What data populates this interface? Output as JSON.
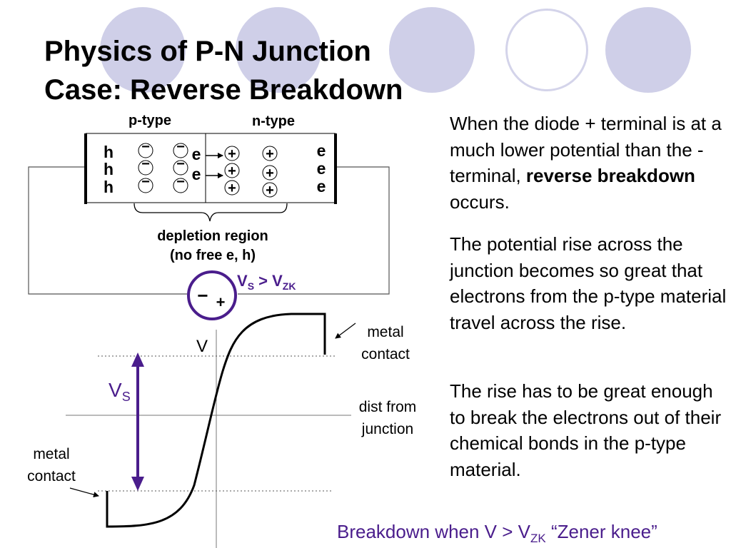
{
  "slide": {
    "title_line1": "Physics of P-N Junction",
    "title_line2": "Case:  Reverse Breakdown",
    "paragraph1": {
      "pre": "When the diode + terminal is at a much lower potential than the - terminal, ",
      "bold": "reverse breakdown",
      "post": " occurs."
    },
    "paragraph2": "The potential rise across the junction becomes so great that electrons from the p-type material travel across the rise.",
    "paragraph3": "The rise has to be great enough to break the electrons out of their chemical bonds in the p-type material.",
    "footer": {
      "pre": "Breakdown when V > V",
      "sub": "ZK",
      "post": " “Zener knee”"
    }
  },
  "colors": {
    "accent": "#4a1d8c",
    "decor_fill": "#cfcfe8",
    "decor_ring": "#d4d4ea"
  },
  "junction": {
    "p_label": "p-type",
    "n_label": "n-type",
    "hole_symbol": "h",
    "electron_symbol": "e",
    "minus_symbol": "−",
    "plus_symbol": "+",
    "depletion_label_line1": "depletion region",
    "depletion_label_line2": "(no free e, h)"
  },
  "source": {
    "minus": "−",
    "plus": "+",
    "label_v": "V",
    "label_s": "S",
    "label_mid": " > V",
    "label_zk": "ZK"
  },
  "plot": {
    "v_axis_label": "V",
    "vs_label_main": "V",
    "vs_label_sub": "S",
    "x_axis_label_line1": "dist from",
    "x_axis_label_line2": "junction",
    "metal_contact_right_line1": "metal",
    "metal_contact_right_line2": "contact",
    "metal_contact_left_line1": "metal",
    "metal_contact_left_line2": "contact"
  }
}
